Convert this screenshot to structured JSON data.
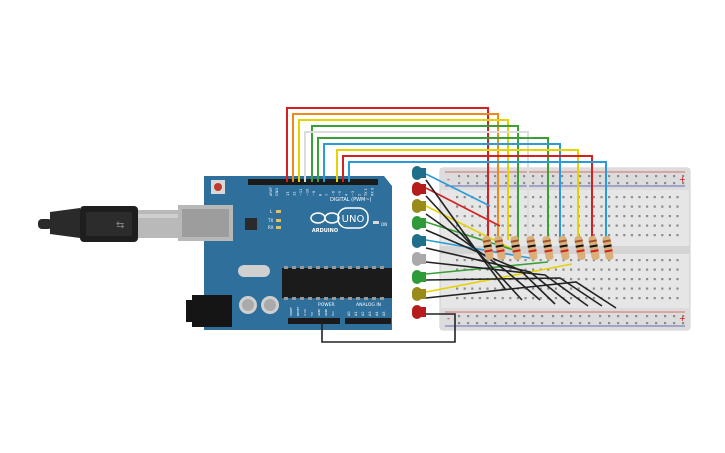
{
  "arduino": {
    "logo_text": "UNO",
    "brand_text": "ARDUINO",
    "digital_label": "DIGITAL (PWM~)",
    "power_label": "POWER",
    "analog_label": "ANALOG IN",
    "on_label": "ON",
    "l_label": "L",
    "tx_label": "TX",
    "rx_label": "RX",
    "aref_label": "AREF",
    "gnd_label": "GND",
    "top_pin_labels": [
      "13",
      "12",
      "~11",
      "~10",
      "~9",
      "8",
      "7",
      "~6",
      "~5",
      "4",
      "~3",
      "2",
      "TX 1",
      "RX 0"
    ],
    "power_pin_labels": [
      "IOREF",
      "RESET",
      "3.3V",
      "5V",
      "GND",
      "GND",
      "Vin"
    ],
    "analog_pin_labels": [
      "A0",
      "A1",
      "A2",
      "A3",
      "A4",
      "A5"
    ]
  },
  "breadboard": {
    "plus_sign": "+",
    "minus_sign": "-"
  },
  "colors": {
    "board": "#2f6f9c",
    "wire_red": "#d42020",
    "wire_orange": "#f08a1a",
    "wire_yellow": "#e6d200",
    "wire_green": "#3aa035",
    "wire_blue": "#2a9bd6",
    "wire_black": "#222222",
    "led_teal": "#1e6f8a",
    "led_red": "#b51c1c",
    "led_olive": "#9a8a1a",
    "led_green": "#2f9a3a",
    "led_white": "#aaaaaa"
  }
}
